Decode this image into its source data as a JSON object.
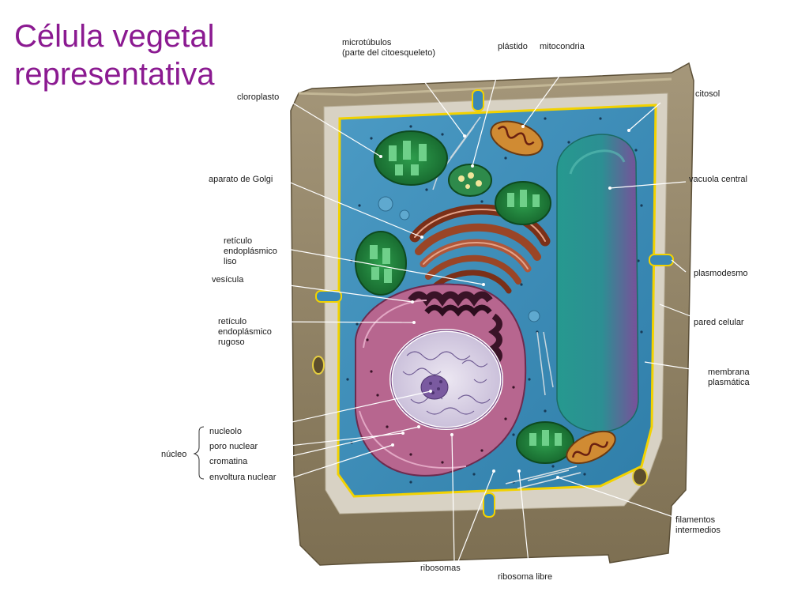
{
  "title": {
    "line1": "Célula vegetal",
    "line2": "representativa"
  },
  "colors": {
    "title": "#8b1a91",
    "cell_wall": "#8e7f5c",
    "cytosol": "#3a88b6",
    "vacuole": "#1f8f8a",
    "nucleus": "#c98ab6",
    "chloroplast": "#1f7f3a",
    "golgi": "#8b3a1e",
    "membrane": "#f2d200"
  },
  "labels": {
    "microtubulos_1": "microtúbulos",
    "microtubulos_2": "(parte del citoesqueleto)",
    "plastido": "plástido",
    "mitocondria": "mitocondria",
    "cloroplasto": "cloroplasto",
    "citosol": "citosol",
    "aparato_golgi": "aparato de Golgi",
    "vacuola_central": "vacuola central",
    "rel_1": "retículo",
    "rel_2": "endoplásmico",
    "rel_3": "liso",
    "vesicula": "vesícula",
    "plasmodesmo": "plasmodesmo",
    "rer_1": "retículo",
    "rer_2": "endoplásmico",
    "rer_3": "rugoso",
    "pared_celular": "pared celular",
    "membrana_1": "membrana",
    "membrana_2": "plasmática",
    "nucleolo": "nucleolo",
    "poro_nuclear": "poro nuclear",
    "nucleo": "núcleo",
    "cromatina": "cromatina",
    "envoltura": "envoltura nuclear",
    "filamentos_1": "filamentos",
    "filamentos_2": "intermedios",
    "ribosomas": "ribosomas",
    "ribosoma_libre": "ribosoma libre"
  }
}
